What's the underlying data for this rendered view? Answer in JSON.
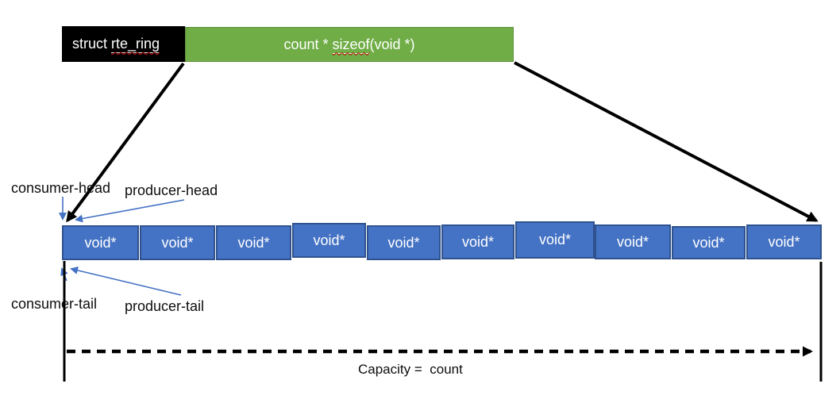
{
  "colors": {
    "ink": "#000000",
    "box-black": "#000000",
    "box-green": "#70ad47",
    "box-green-border": "#5d9138",
    "cell-blue": "#4472c4",
    "cell-border": "#2f528f",
    "arrow-blue": "#4472c4",
    "squiggle-red": "#c00000",
    "text-light": "#ffffff",
    "text-dark": "#0d0d0d"
  },
  "header": {
    "struct_box": {
      "prefix": "struct ",
      "name": "rte_ring"
    },
    "size_box": {
      "pre": "count * ",
      "keyword": "sizeof",
      "post": "(void *)"
    }
  },
  "pointer_labels": {
    "consumer_head": "consumer-head",
    "producer_head": "producer-head",
    "consumer_tail": "consumer-tail",
    "producer_tail": "producer-tail"
  },
  "ring": {
    "cells": [
      {
        "label": "void*"
      },
      {
        "label": "void*"
      },
      {
        "label": "void*"
      },
      {
        "label": "void*"
      },
      {
        "label": "void*"
      },
      {
        "label": "void*"
      },
      {
        "label": "void*"
      },
      {
        "label": "void*"
      },
      {
        "label": "void*"
      },
      {
        "label": "void*"
      }
    ]
  },
  "capacity_label": "Capacity =  count"
}
